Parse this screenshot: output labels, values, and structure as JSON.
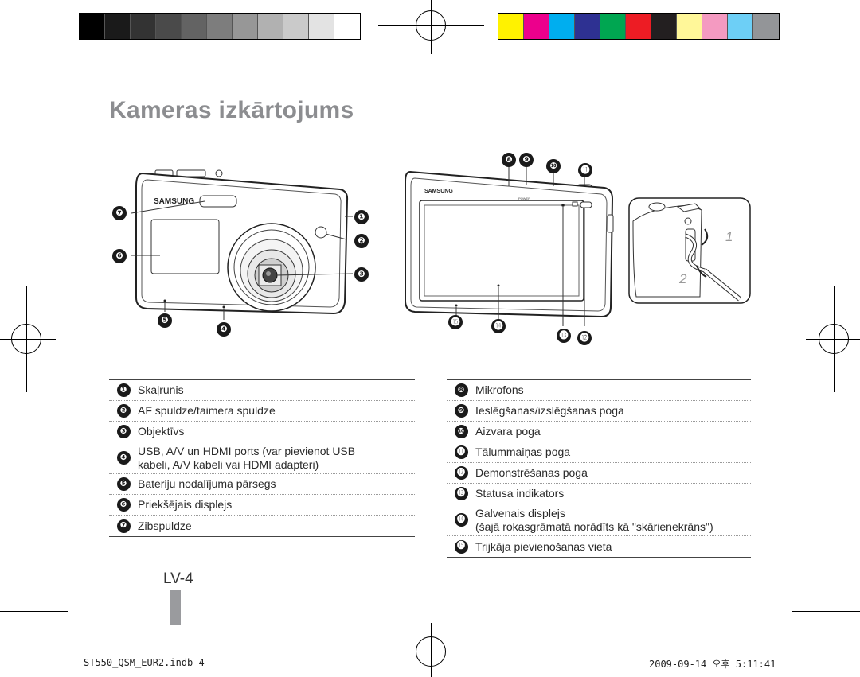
{
  "page": {
    "title": "Kameras izkārtojums",
    "page_number": "LV-4",
    "footer_file": "ST550_QSM_EUR2.indb   4",
    "footer_date": "2009-09-14   오후 5:11:41"
  },
  "colors": {
    "title": "#8c8d90",
    "gray_swatches": [
      "#000000",
      "#1a1a1a",
      "#333333",
      "#4a4a4a",
      "#636363",
      "#7d7d7d",
      "#979797",
      "#b1b1b1",
      "#cacaca",
      "#e3e3e3",
      "#ffffff"
    ],
    "color_swatches": [
      "#fff200",
      "#ec008c",
      "#00aeef",
      "#2e3192",
      "#00a651",
      "#ed1c24",
      "#231f20",
      "#fff799",
      "#f49ac1",
      "#6dcff6",
      "#939598"
    ]
  },
  "camera": {
    "brand": "SAMSUNG",
    "power_label": "POWER"
  },
  "strap": {
    "step1": "1",
    "step2": "2"
  },
  "callouts": [
    "❶",
    "❷",
    "❸",
    "❹",
    "❺",
    "❻",
    "❼",
    "❽",
    "❾",
    "❿",
    "⓫",
    "⓬",
    "⓭",
    "⓮",
    "⓯"
  ],
  "legend_left": [
    {
      "num": "❶",
      "text": "Skaļrunis"
    },
    {
      "num": "❷",
      "text": "AF spuldze/taimera spuldze"
    },
    {
      "num": "❸",
      "text": "Objektīvs"
    },
    {
      "num": "❹",
      "text": "USB, A/V un HDMI ports (var pievienot USB",
      "text2": "kabeli, A/V kabeli vai HDMI adapteri)"
    },
    {
      "num": "❺",
      "text": "Bateriju nodalījuma pārsegs"
    },
    {
      "num": "❻",
      "text": "Priekšējais displejs"
    },
    {
      "num": "❼",
      "text": "Zibspuldze"
    }
  ],
  "legend_right": [
    {
      "num": "❽",
      "text": "Mikrofons"
    },
    {
      "num": "❾",
      "text": "Ieslēgšanas/izslēgšanas poga"
    },
    {
      "num": "❿",
      "text": "Aizvara poga"
    },
    {
      "num": "⓫",
      "text": "Tālummaiņas poga"
    },
    {
      "num": "⓬",
      "text": "Demonstrēšanas poga"
    },
    {
      "num": "⓭",
      "text": "Statusa indikators"
    },
    {
      "num": "⓮",
      "text": "Galvenais displejs",
      "text2": "(šajā rokasgrāmatā norādīts kā \"skārienekrāns\")"
    },
    {
      "num": "⓯",
      "text": "Trijkāja pievienošanas vieta"
    }
  ]
}
